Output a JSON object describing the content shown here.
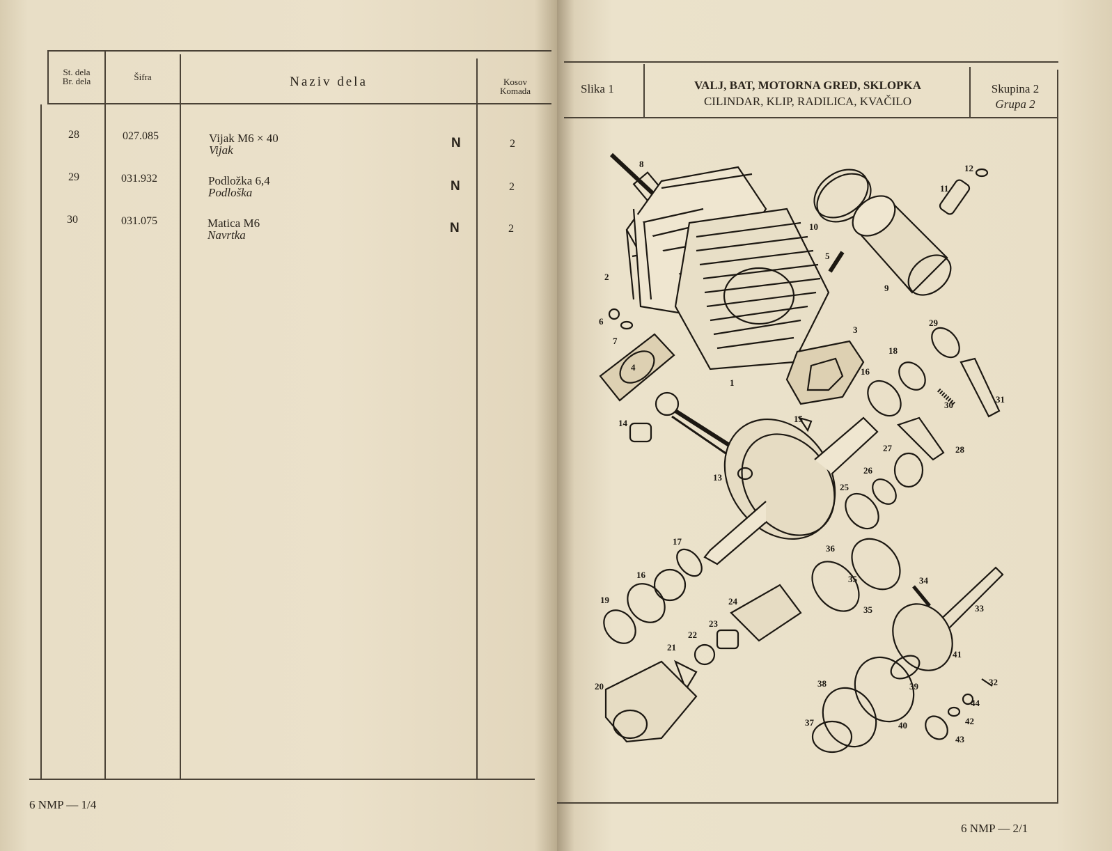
{
  "left_page": {
    "headers": {
      "st_dela": "St. dela",
      "br_dela": "Br. dela",
      "sifra": "Šifra",
      "naziv": "Naziv dela",
      "kosov": "Kosov",
      "komada": "Komada"
    },
    "rows": [
      {
        "num": "28",
        "code": "027.085",
        "name": "Vijak M6 × 40",
        "name_alt": "Vijak",
        "mark": "N",
        "qty": "2"
      },
      {
        "num": "29",
        "code": "031.932",
        "name": "Podložka 6,4",
        "name_alt": "Podloška",
        "mark": "N",
        "qty": "2"
      },
      {
        "num": "30",
        "code": "031.075",
        "name": "Matica M6",
        "name_alt": "Navrtka",
        "mark": "N",
        "qty": "2"
      }
    ],
    "footer": "6 NMP — 1/4"
  },
  "right_page": {
    "header": {
      "slika": "Slika 1",
      "title_main": "VALJ, BAT, MOTORNA GRED, SKLOPKA",
      "title_alt": "CILINDAR, KLIP, RADILICA, KVAČILO",
      "skupina": "Skupina 2",
      "grupa": "Grupa 2"
    },
    "diagram_labels": [
      "8",
      "12",
      "11",
      "10",
      "5",
      "9",
      "2",
      "6",
      "7",
      "4",
      "1",
      "3",
      "29",
      "18",
      "16",
      "30",
      "31",
      "14",
      "15",
      "28",
      "27",
      "26",
      "13",
      "25",
      "17",
      "36",
      "34",
      "35",
      "33",
      "16",
      "19",
      "24",
      "23",
      "22",
      "35",
      "41",
      "21",
      "20",
      "38",
      "39",
      "32",
      "44",
      "42",
      "37",
      "40",
      "43"
    ],
    "footer": "6 NMP — 2/1"
  }
}
